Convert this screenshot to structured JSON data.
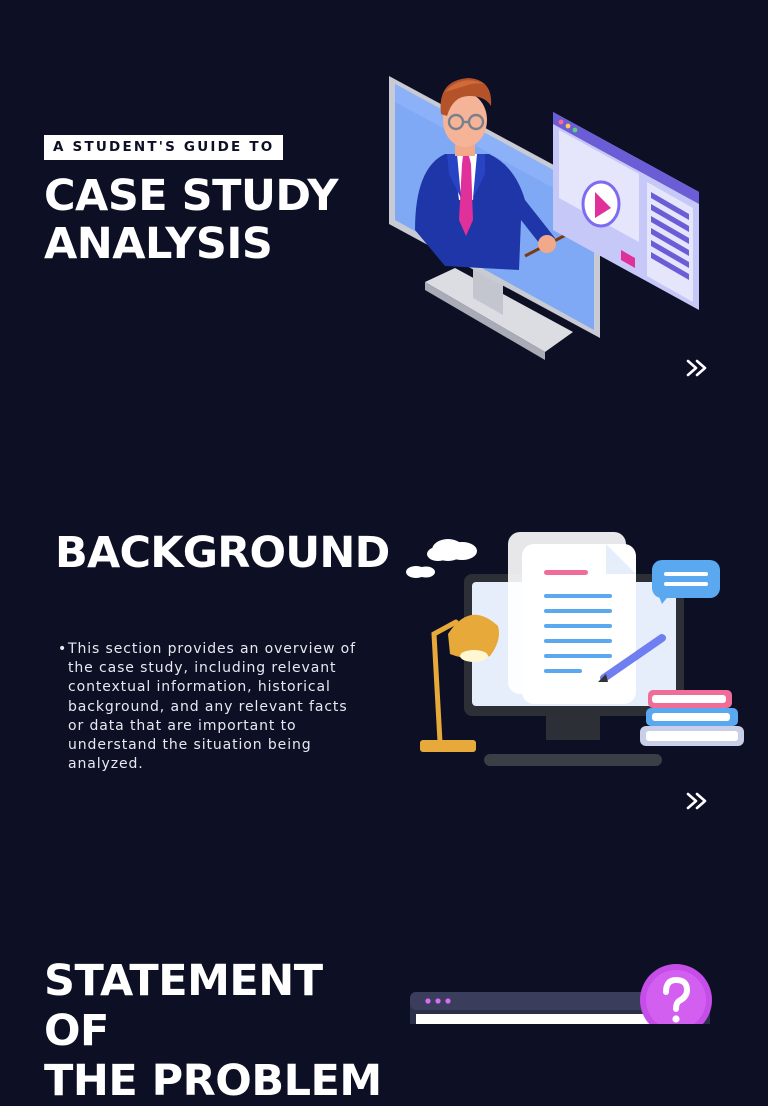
{
  "hero": {
    "tag": "A STUDENT'S GUIDE TO",
    "title": "CASE STUDY\nANALYSIS"
  },
  "background": {
    "heading": "BACKGROUND",
    "bullets": [
      "This section provides an overview of the case study, including relevant contextual information, historical background, and any relevant facts or data that are important to understand the situation being analyzed."
    ]
  },
  "statement": {
    "heading": "STATEMENT OF\nTHE PROBLEM"
  },
  "icons": {
    "next": "double-chevron-right-icon",
    "question": "question-mark-icon"
  },
  "colors": {
    "background": "#0d0f24",
    "text": "#ffffff",
    "accent_blue": "#7fa8f5",
    "accent_pink": "#e0309a",
    "accent_purple": "#b54dea"
  }
}
